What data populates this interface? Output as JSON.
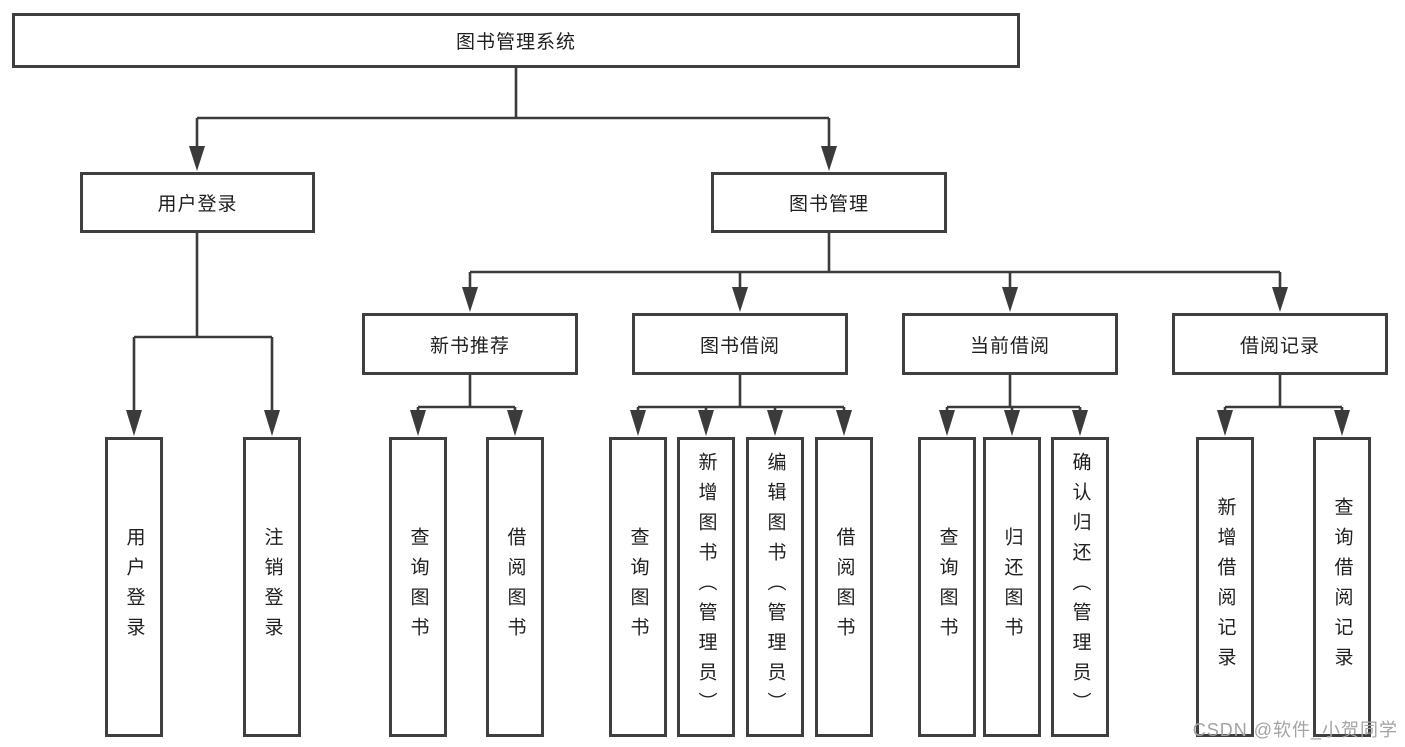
{
  "colors": {
    "line": "#3b3b3b",
    "box_border": "#3f3f3f",
    "text": "#1f1f1f",
    "watermark": "#a3a3a3",
    "background": "#ffffff"
  },
  "diagram": {
    "root": {
      "label": "图书管理系统"
    },
    "level2": [
      {
        "label": "用户登录"
      },
      {
        "label": "图书管理"
      }
    ],
    "level3": [
      {
        "label": "新书推荐"
      },
      {
        "label": "图书借阅"
      },
      {
        "label": "当前借阅"
      },
      {
        "label": "借阅记录"
      }
    ],
    "leaves": {
      "user_login": [
        {
          "label": "用户登录"
        },
        {
          "label": "注销登录"
        }
      ],
      "new_book_recommendation": [
        {
          "label": "查询图书"
        },
        {
          "label": "借阅图书"
        }
      ],
      "book_borrowing": [
        {
          "label": "查询图书"
        },
        {
          "label": "新增图书（管理员）"
        },
        {
          "label": "编辑图书（管理员）"
        },
        {
          "label": "借阅图书"
        }
      ],
      "current_borrowing": [
        {
          "label": "查询图书"
        },
        {
          "label": "归还图书"
        },
        {
          "label": "确认归还（管理员）"
        }
      ],
      "borrowing_records": [
        {
          "label": "新增借阅记录"
        },
        {
          "label": "查询借阅记录"
        }
      ]
    }
  },
  "watermark": {
    "text": "CSDN @软件_小贺同学"
  }
}
